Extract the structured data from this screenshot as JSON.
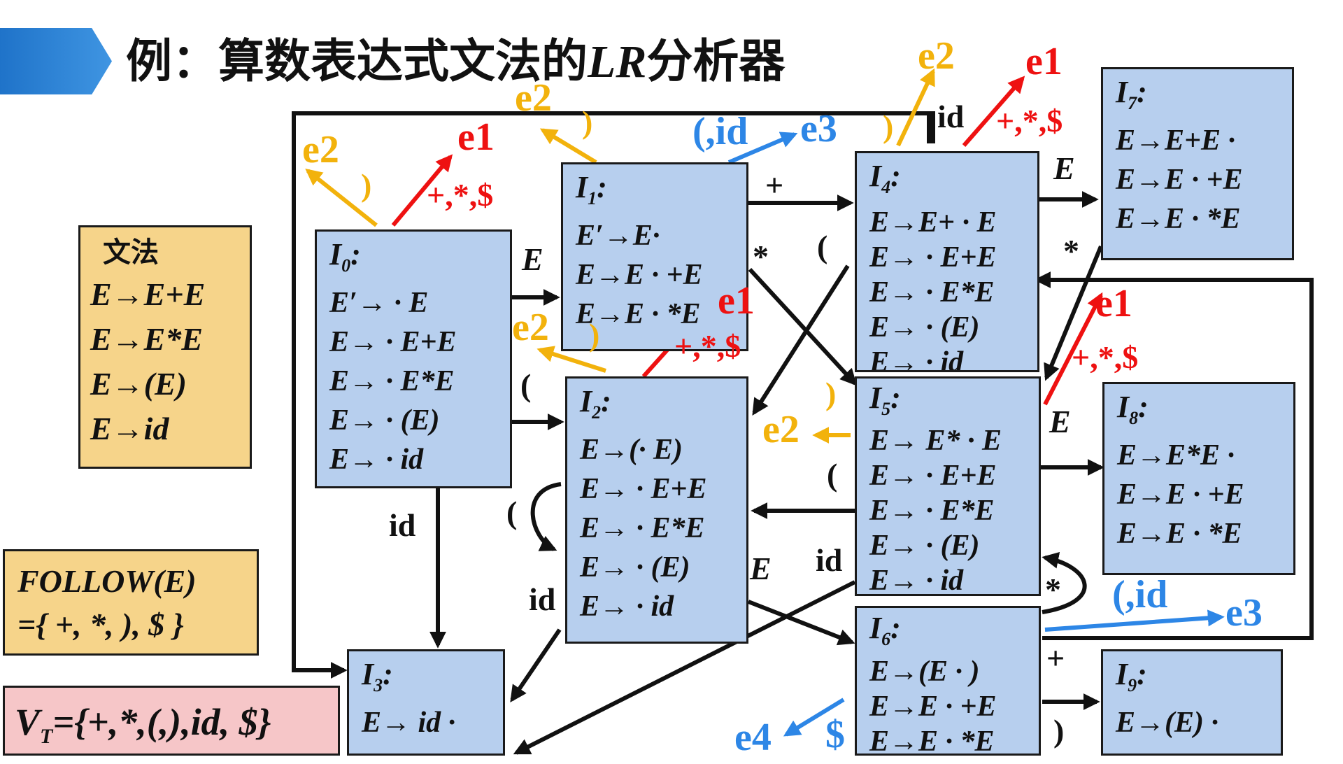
{
  "title": {
    "prefix": "例：算数表达式文法的",
    "lr": "LR",
    "suffix": "分析器"
  },
  "grammar": {
    "heading": "文法",
    "rules": [
      "E→E+E",
      "E→E*E",
      "E→(E)",
      "E→id"
    ]
  },
  "follow": {
    "line1": "FOLLOW(E)",
    "line2": "={ +, *, ), $ }"
  },
  "terminals": {
    "symbol": "V",
    "subscript": "T",
    "value": "={+,*,(,),id, $}"
  },
  "states": [
    {
      "name": "I",
      "index": "0",
      "items": [
        "E′→ · E",
        "E→ · E+E",
        "E→ · E*E",
        "E→ · (E)",
        "E→ · id"
      ]
    },
    {
      "name": "I",
      "index": "1",
      "items": [
        "E′→E·",
        "E→E · +E",
        "E→E · *E"
      ]
    },
    {
      "name": "I",
      "index": "2",
      "items": [
        "E→(· E)",
        "E→ · E+E",
        "E→ · E*E",
        "E→ · (E)",
        "E→ · id"
      ]
    },
    {
      "name": "I",
      "index": "3",
      "items": [
        "E→ id ·"
      ]
    },
    {
      "name": "I",
      "index": "4",
      "items": [
        "E→E+ · E",
        "E→ · E+E",
        "E→ · E*E",
        "E→ · (E)",
        "E→ · id"
      ]
    },
    {
      "name": "I",
      "index": "5",
      "items": [
        "E→ E* · E",
        "E→ · E+E",
        "E→ · E*E",
        "E→ · (E)",
        "E→ · id"
      ]
    },
    {
      "name": "I",
      "index": "6",
      "items": [
        "E→(E · )",
        "E→E · +E",
        "E→E · *E"
      ]
    },
    {
      "name": "I",
      "index": "7",
      "items": [
        "E→E+E ·",
        "E→E · +E",
        "E→E · *E"
      ]
    },
    {
      "name": "I",
      "index": "8",
      "items": [
        "E→E*E ·",
        "E→E · +E",
        "E→E · *E"
      ]
    },
    {
      "name": "I",
      "index": "9",
      "items": [
        "E→(E) ·"
      ]
    }
  ],
  "transition_labels": {
    "i0_to_i1": "E",
    "i0_to_i2": "(",
    "i0_to_i3": "id",
    "i1_to_i4": "+",
    "i1_to_i5": "*",
    "i2_self": "(",
    "i2_to_i3": "id",
    "i2_to_i6": "E",
    "top_id": "id",
    "i4_to_i2": "(",
    "i4_to_i7": "E",
    "i5_to_i2": "(",
    "i5_to_i3": "id",
    "i5_to_i8": "E",
    "i6_to_i4": "+",
    "i6_to_i5": "*",
    "i6_to_i9": ")",
    "i7_to_i5": "*"
  },
  "error_labels": {
    "e1": "e1",
    "e2": "e2",
    "e3": "e3",
    "e4": "e4",
    "close_paren": ")",
    "ops_end": "+,*,$",
    "open_id": "(,id",
    "dollar": "$"
  },
  "colors": {
    "state_fill": "#b7cfee",
    "note_fill": "#f6d48a",
    "terminal_fill": "#f6c6c8",
    "e1": "#ee1111",
    "e2": "#f2b20c",
    "e3": "#2d86e6",
    "e4": "#2d86e6",
    "edge": "#111111",
    "title_bar": "#1f73c9"
  }
}
